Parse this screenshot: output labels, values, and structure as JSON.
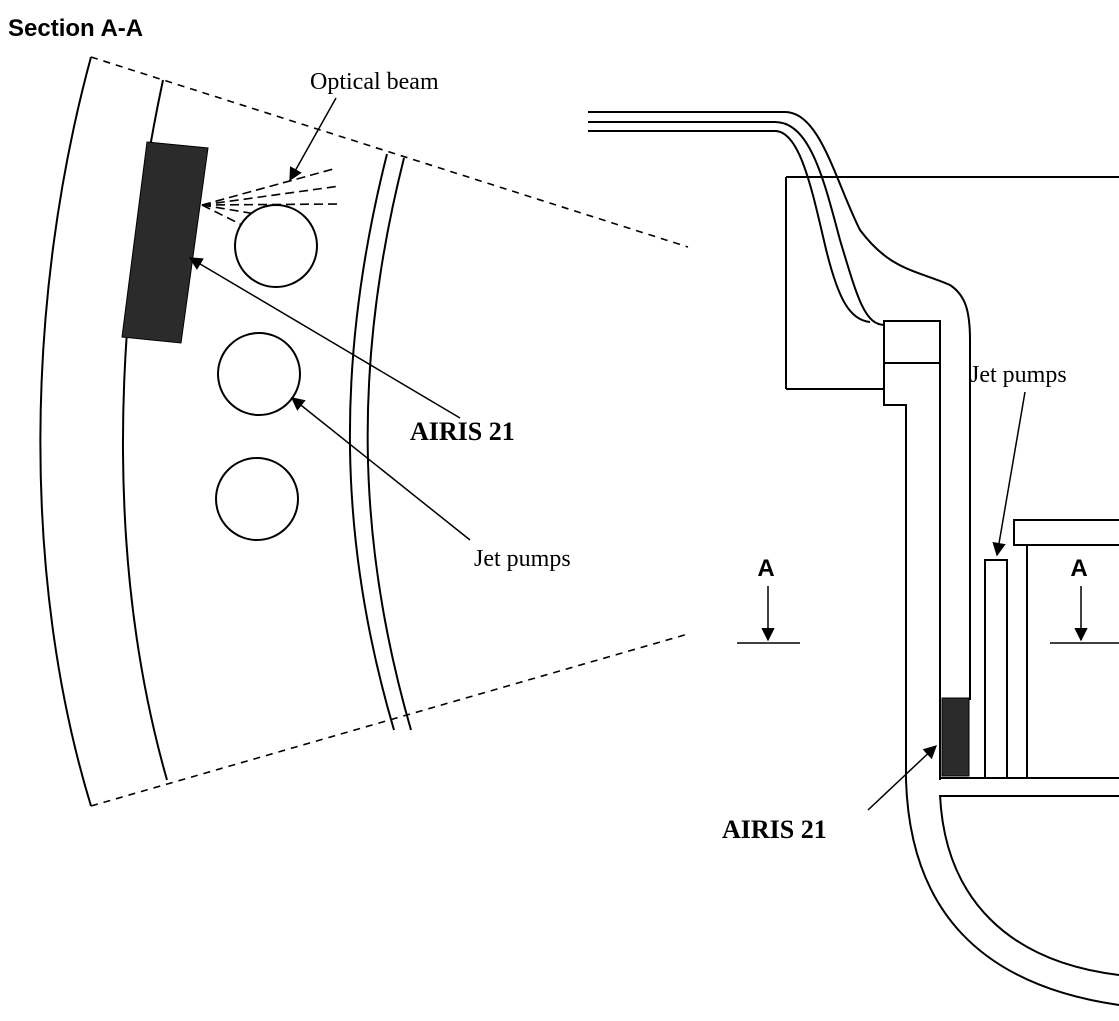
{
  "section_title": "Section A-A",
  "labels": {
    "optical_beam": "Optical beam",
    "airis_left": "AIRIS 21",
    "jet_pumps_left": "Jet pumps",
    "jet_pumps_right": "Jet pumps",
    "airis_right": "AIRIS 21",
    "section_marker_left": "A",
    "section_marker_right": "A"
  },
  "colors": {
    "stroke": "#000000",
    "device_fill": "#2b2b2b",
    "background": "#ffffff"
  }
}
